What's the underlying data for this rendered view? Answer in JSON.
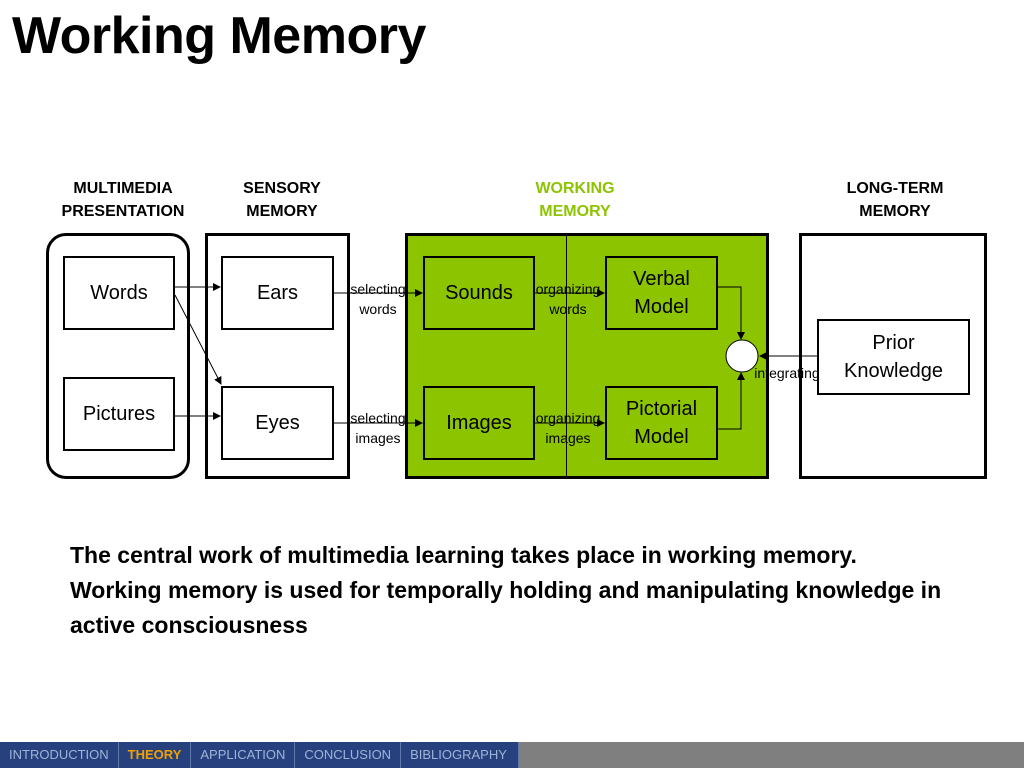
{
  "title": "Working Memory",
  "columns": {
    "multimedia": [
      "MULTIMEDIA",
      "PRESENTATION"
    ],
    "sensory": [
      "SENSORY",
      "MEMORY"
    ],
    "working": [
      "WORKING",
      "MEMORY"
    ],
    "longterm": [
      "LONG-TERM",
      "MEMORY"
    ]
  },
  "boxes": {
    "words": "Words",
    "pictures": "Pictures",
    "ears": "Ears",
    "eyes": "Eyes",
    "sounds": "Sounds",
    "images": "Images",
    "verbal": [
      "Verbal",
      "Model"
    ],
    "pictorial": [
      "Pictorial",
      "Model"
    ],
    "prior": [
      "Prior",
      "Knowledge"
    ]
  },
  "labels": {
    "selecting_words": [
      "selecting",
      "words"
    ],
    "selecting_images": [
      "selecting",
      "images"
    ],
    "organizing_words": [
      "organizing",
      "words"
    ],
    "organizing_images": [
      "organizing",
      "images"
    ],
    "integrating": "integrating"
  },
  "body_text": "The central work of multimedia learning takes place in working memory. Working memory is used for temporally holding and manipulating knowledge in active consciousness",
  "nav": {
    "items": [
      "INTRODUCTION",
      "THEORY",
      "APPLICATION",
      "CONCLUSION",
      "BIBLIOGRAPHY"
    ],
    "active": "THEORY"
  },
  "colors": {
    "working_memory_green": "#8dc400",
    "working_heading": "#8dc400",
    "nav_bar": "#27417e",
    "nav_active": "#f0a000"
  }
}
